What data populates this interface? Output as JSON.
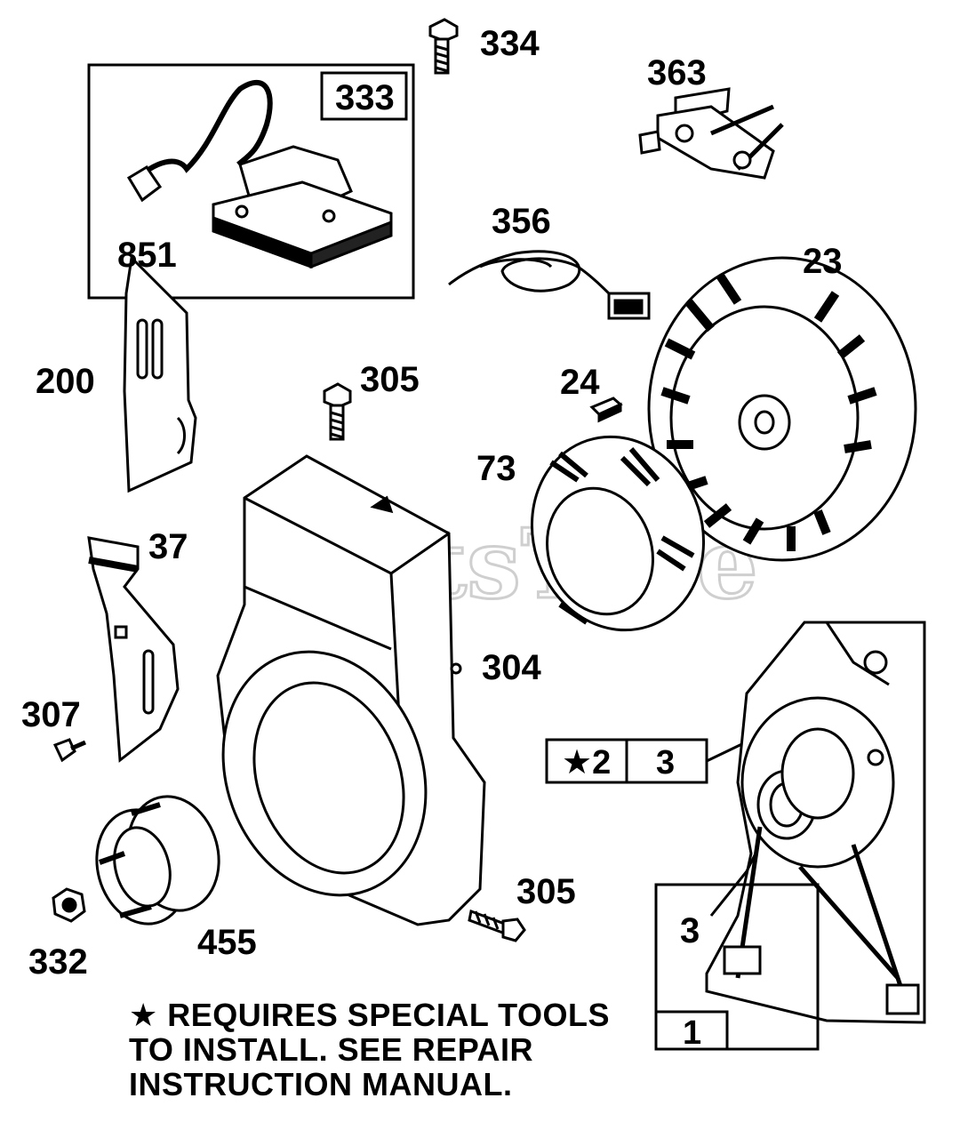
{
  "watermark": "PartsTree",
  "callouts": {
    "p334": "334",
    "p363": "363",
    "p333": "333",
    "p851": "851",
    "p356": "356",
    "p23": "23",
    "p200": "200",
    "p305a": "305",
    "p24": "24",
    "p73": "73",
    "p37": "37",
    "p304": "304",
    "p307": "307",
    "p2": "★2",
    "p3a": "3",
    "p3b": "3",
    "p305b": "305",
    "p455": "455",
    "p332": "332",
    "p1": "1"
  },
  "note": {
    "line1": "★ REQUIRES SPECIAL TOOLS",
    "line2": "TO INSTALL.  SEE REPAIR",
    "line3": "INSTRUCTION MANUAL."
  }
}
